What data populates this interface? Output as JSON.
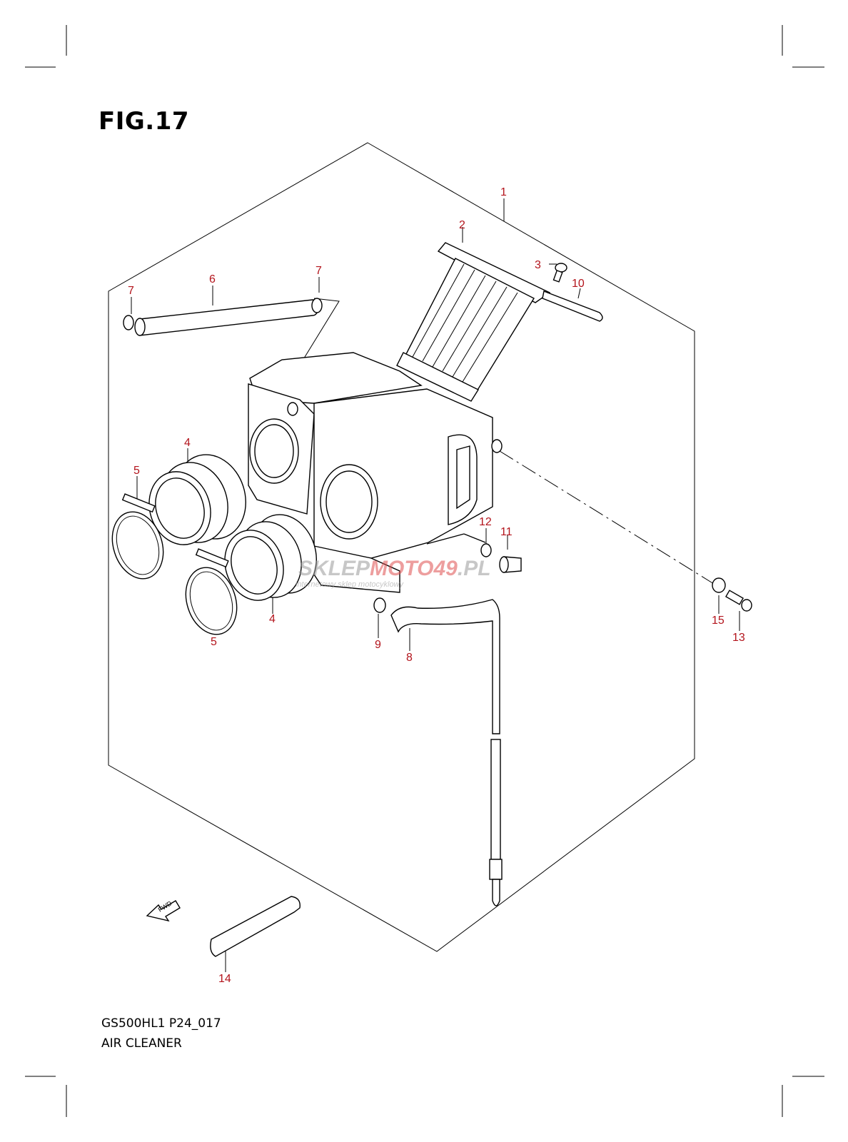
{
  "figure": {
    "title": "FIG.17"
  },
  "footer": {
    "model_code": "GS500HL1 P24_017",
    "assembly_name": "AIR CLEANER"
  },
  "watermark": {
    "brand_prefix": "SKLEP",
    "brand_mid": "MOTO",
    "brand_num": "49",
    "brand_suffix": ".PL",
    "tagline": "internetowy sklep motocyklowy"
  },
  "fwd_label": "FWD",
  "callouts": [
    "1",
    "2",
    "3",
    "4",
    "4",
    "5",
    "5",
    "6",
    "7",
    "7",
    "8",
    "9",
    "10",
    "11",
    "12",
    "13",
    "14",
    "15"
  ],
  "colors": {
    "callout": "#b3141c",
    "watermark_gray": "#9a9a9a",
    "watermark_red": "#e05050"
  }
}
